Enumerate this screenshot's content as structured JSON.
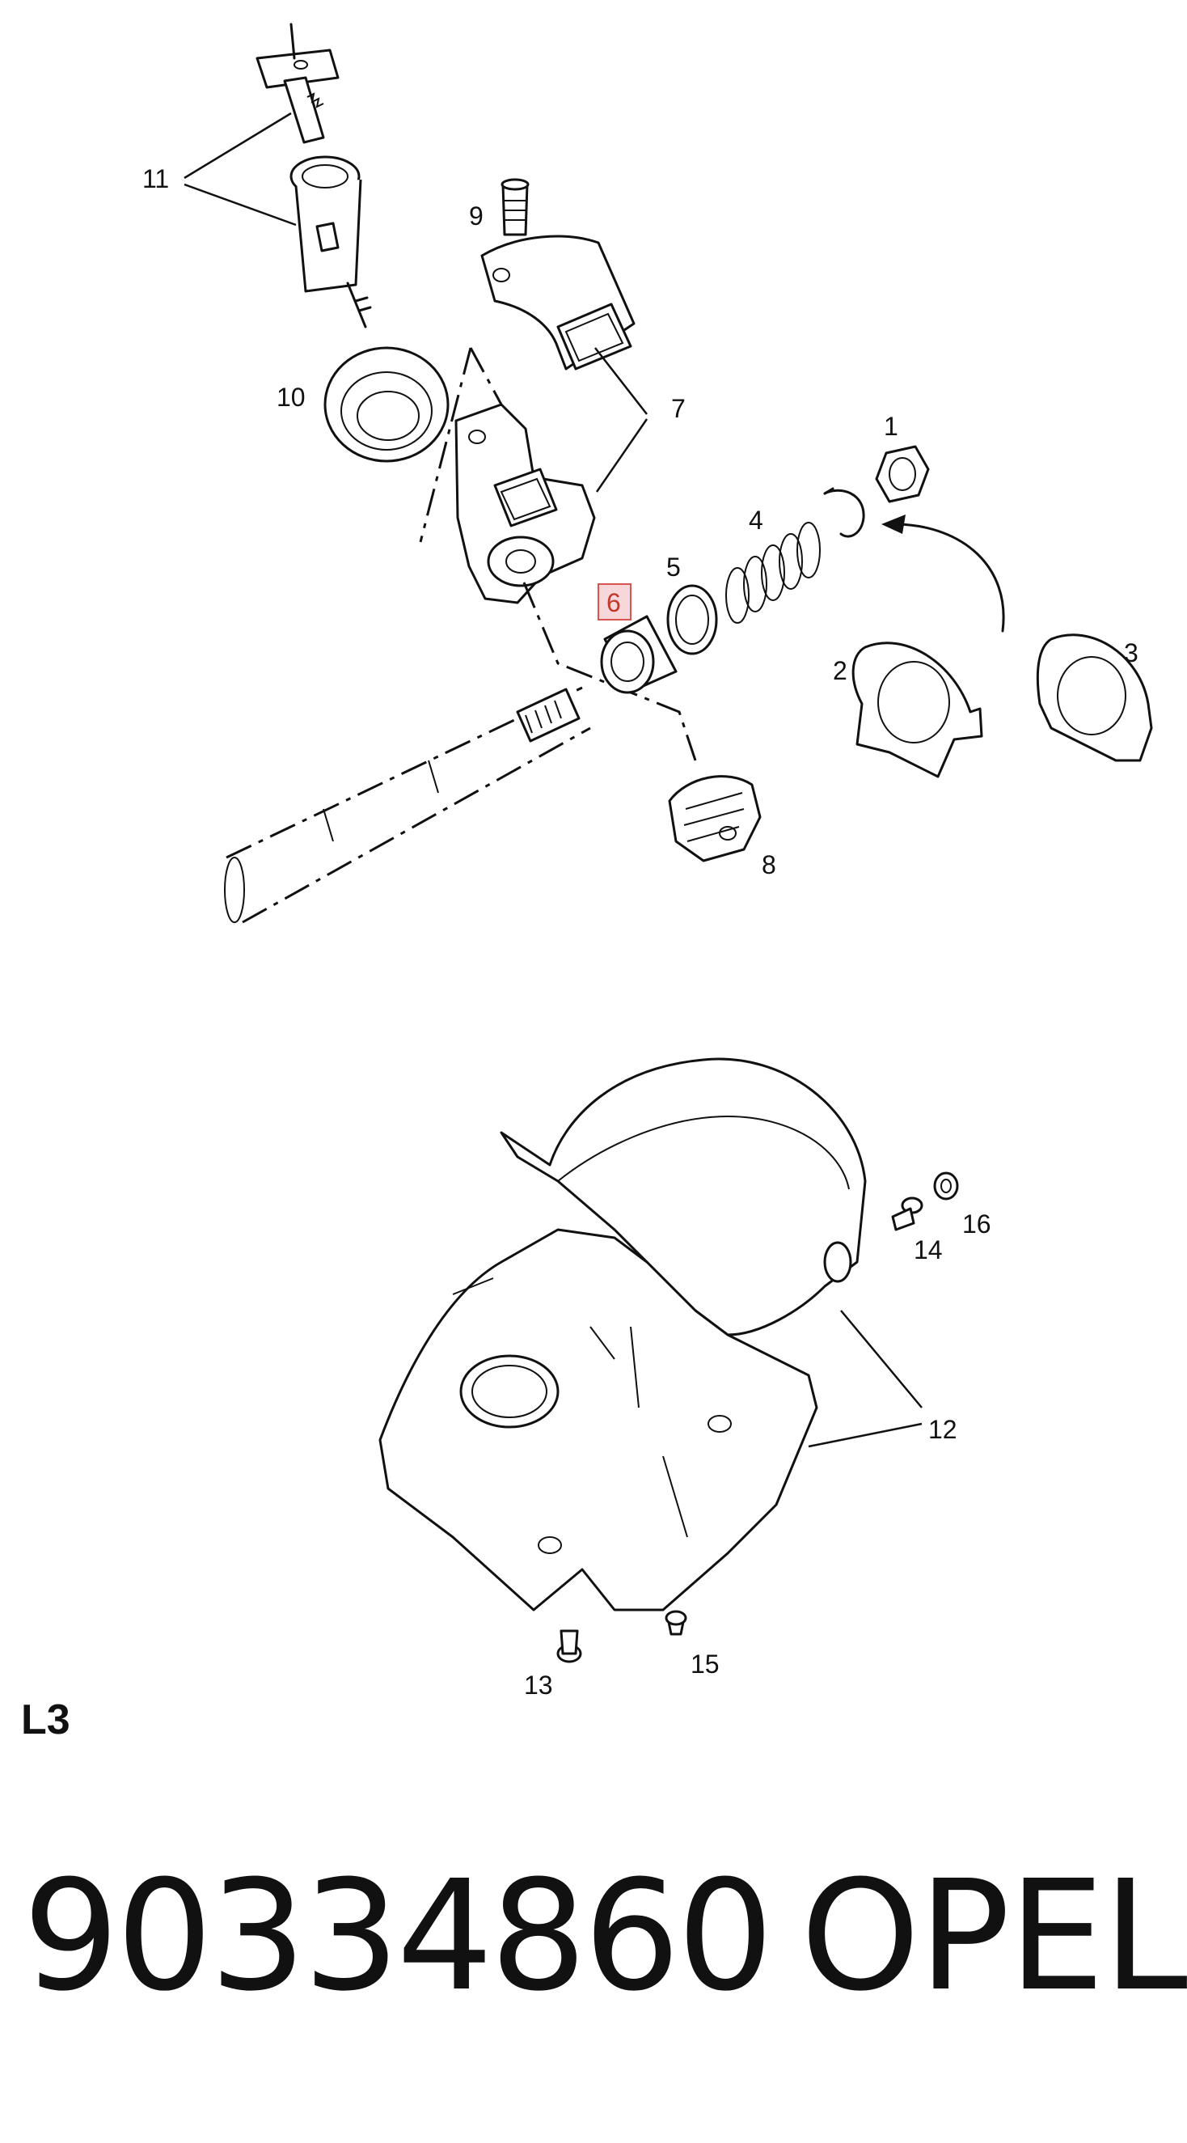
{
  "diagram": {
    "callouts": [
      {
        "id": "1",
        "label": "1"
      },
      {
        "id": "2",
        "label": "2"
      },
      {
        "id": "3",
        "label": "3"
      },
      {
        "id": "4",
        "label": "4"
      },
      {
        "id": "5",
        "label": "5"
      },
      {
        "id": "6",
        "label": "6",
        "highlighted": true
      },
      {
        "id": "7",
        "label": "7"
      },
      {
        "id": "8",
        "label": "8"
      },
      {
        "id": "9",
        "label": "9"
      },
      {
        "id": "10",
        "label": "10"
      },
      {
        "id": "11",
        "label": "11"
      },
      {
        "id": "12",
        "label": "12"
      },
      {
        "id": "13",
        "label": "13"
      },
      {
        "id": "14",
        "label": "14"
      },
      {
        "id": "15",
        "label": "15"
      },
      {
        "id": "16",
        "label": "16"
      }
    ],
    "highlight_color": "#d9534f"
  },
  "footer": {
    "section_label": "L3",
    "part_number": "90334860",
    "brand": "OPEL"
  }
}
